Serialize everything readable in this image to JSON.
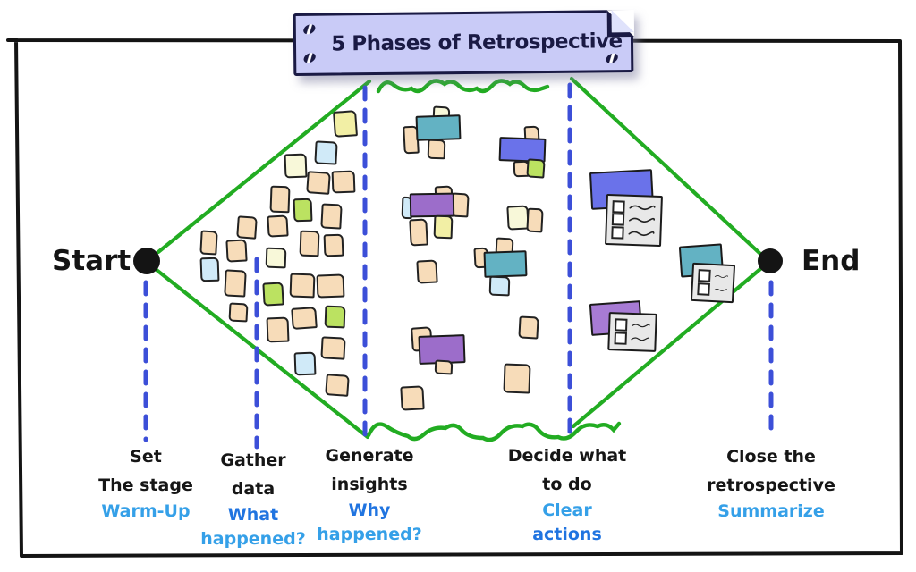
{
  "title": "5 Phases of Retrospective",
  "timeline": {
    "start_label": "Start",
    "end_label": "End"
  },
  "phases": [
    {
      "line1": "Set",
      "line2": "The stage",
      "sub1": "Warm-Up",
      "sub2": ""
    },
    {
      "line1": "Gather",
      "line2": "data",
      "sub1": "What",
      "sub2": "happened?"
    },
    {
      "line1": "Generate",
      "line2": "insights",
      "sub1": "Why",
      "sub2": "happened?"
    },
    {
      "line1": "Decide what",
      "line2": "to do",
      "sub1": "Clear",
      "sub2": "actions"
    },
    {
      "line1": "Close the",
      "line2": "retrospective",
      "sub1": "Summarize",
      "sub2": ""
    }
  ],
  "colors": {
    "ink": "#141414",
    "green": "#22ac22",
    "dash_blue": "#3c4fd8",
    "label_black": "#161616",
    "label_blue": "#35a0e8",
    "label_blue_emph": "#2074e0",
    "banner_fill": "#c9cbf7",
    "banner_border": "#1a1a44",
    "title_text": "#1a1a44",
    "note_peach": "#f7dcb9",
    "note_blue": "#d0eaf8",
    "note_green": "#bbe261",
    "note_yellow": "#f2efa5",
    "note_cream": "#f8f8d9",
    "rect_teal": "#63b2c3",
    "rect_indigo": "#6a72ea",
    "rect_purple": "#9c6dca",
    "rect_purple2": "#a77bd4",
    "card_gray": "#e8e8e8"
  },
  "sticky_notes": [
    [
      373,
      124,
      26,
      29,
      -4,
      "note_yellow"
    ],
    [
      352,
      158,
      25,
      26,
      3,
      "note_blue"
    ],
    [
      318,
      172,
      25,
      27,
      -2,
      "note_cream"
    ],
    [
      343,
      192,
      26,
      25,
      4,
      "note_peach"
    ],
    [
      371,
      191,
      26,
      25,
      -2,
      "note_peach"
    ],
    [
      302,
      208,
      22,
      30,
      2,
      "note_peach"
    ],
    [
      328,
      222,
      21,
      26,
      -2,
      "note_green"
    ],
    [
      359,
      228,
      23,
      28,
      3,
      "note_peach"
    ],
    [
      265,
      242,
      22,
      25,
      4,
      "note_peach"
    ],
    [
      299,
      241,
      23,
      24,
      -3,
      "note_peach"
    ],
    [
      335,
      258,
      22,
      29,
      2,
      "note_peach"
    ],
    [
      362,
      262,
      22,
      25,
      -2,
      "note_peach"
    ],
    [
      224,
      258,
      19,
      27,
      3,
      "note_peach"
    ],
    [
      253,
      268,
      23,
      25,
      -3,
      "note_peach"
    ],
    [
      297,
      277,
      23,
      23,
      2,
      "note_cream"
    ],
    [
      224,
      288,
      21,
      27,
      -2,
      "note_blue"
    ],
    [
      251,
      302,
      24,
      30,
      3,
      "note_peach"
    ],
    [
      294,
      316,
      23,
      26,
      -3,
      "note_green"
    ],
    [
      324,
      306,
      28,
      27,
      2,
      "note_peach"
    ],
    [
      354,
      307,
      31,
      26,
      -2,
      "note_peach"
    ],
    [
      256,
      339,
      21,
      21,
      3,
      "note_peach"
    ],
    [
      326,
      344,
      28,
      24,
      -4,
      "note_peach"
    ],
    [
      363,
      342,
      23,
      25,
      2,
      "note_green"
    ],
    [
      298,
      355,
      25,
      28,
      -2,
      "note_peach"
    ],
    [
      359,
      377,
      27,
      25,
      3,
      "note_peach"
    ],
    [
      329,
      394,
      24,
      26,
      -2,
      "note_blue"
    ],
    [
      364,
      419,
      26,
      24,
      4,
      "note_peach"
    ]
  ],
  "insight_items": [
    [
      484,
      119,
      19,
      15,
      3,
      "note_cream",
      "note"
    ],
    [
      451,
      141,
      17,
      31,
      -3,
      "note_peach",
      "note"
    ],
    [
      465,
      129,
      50,
      28,
      -2,
      "rect_teal",
      "rect"
    ],
    [
      478,
      156,
      20,
      22,
      2,
      "note_peach",
      "note"
    ],
    [
      586,
      141,
      17,
      18,
      -3,
      "note_peach",
      "note"
    ],
    [
      558,
      154,
      52,
      27,
      2,
      "rect_indigo",
      "rect"
    ],
    [
      574,
      180,
      18,
      18,
      -2,
      "note_peach",
      "note"
    ],
    [
      589,
      178,
      20,
      21,
      4,
      "note_green",
      "note"
    ],
    [
      486,
      208,
      20,
      15,
      -3,
      "note_peach",
      "note"
    ],
    [
      449,
      220,
      12,
      25,
      2,
      "note_blue",
      "note"
    ],
    [
      505,
      216,
      19,
      27,
      3,
      "note_peach",
      "note"
    ],
    [
      458,
      216,
      50,
      27,
      -1,
      "rect_purple",
      "rect"
    ],
    [
      458,
      245,
      20,
      30,
      -3,
      "note_peach",
      "note"
    ],
    [
      485,
      241,
      21,
      26,
      2,
      "note_yellow",
      "note"
    ],
    [
      567,
      230,
      24,
      27,
      -3,
      "note_cream",
      "note"
    ],
    [
      589,
      233,
      18,
      27,
      3,
      "note_peach",
      "note"
    ],
    [
      530,
      277,
      16,
      23,
      -3,
      "note_peach",
      "note"
    ],
    [
      554,
      266,
      20,
      20,
      3,
      "note_peach",
      "note"
    ],
    [
      541,
      281,
      48,
      29,
      -2,
      "rect_teal",
      "rect"
    ],
    [
      547,
      309,
      23,
      22,
      2,
      "note_blue",
      "note"
    ],
    [
      466,
      291,
      23,
      26,
      -3,
      "note_peach",
      "note"
    ],
    [
      580,
      354,
      22,
      25,
      3,
      "note_peach",
      "note"
    ],
    [
      460,
      366,
      23,
      27,
      -4,
      "note_peach",
      "note"
    ],
    [
      468,
      375,
      52,
      32,
      -2,
      "rect_purple",
      "rect"
    ],
    [
      486,
      403,
      20,
      16,
      3,
      "note_peach",
      "note"
    ],
    [
      563,
      407,
      30,
      33,
      2,
      "note_peach",
      "note"
    ],
    [
      448,
      432,
      26,
      27,
      -3,
      "note_peach",
      "note"
    ]
  ],
  "action_clusters": [
    {
      "rect": [
        660,
        191,
        70,
        42,
        -3,
        "rect_indigo"
      ],
      "card": [
        677,
        218,
        63,
        57,
        2
      ],
      "rows": 3
    },
    {
      "rect": [
        760,
        274,
        48,
        35,
        -4,
        "rect_teal"
      ],
      "card": [
        773,
        295,
        48,
        43,
        3
      ],
      "rows": 2
    },
    {
      "rect": [
        660,
        338,
        57,
        36,
        -4,
        "rect_purple2"
      ],
      "card": [
        680,
        350,
        54,
        43,
        2
      ],
      "rows": 2
    }
  ]
}
